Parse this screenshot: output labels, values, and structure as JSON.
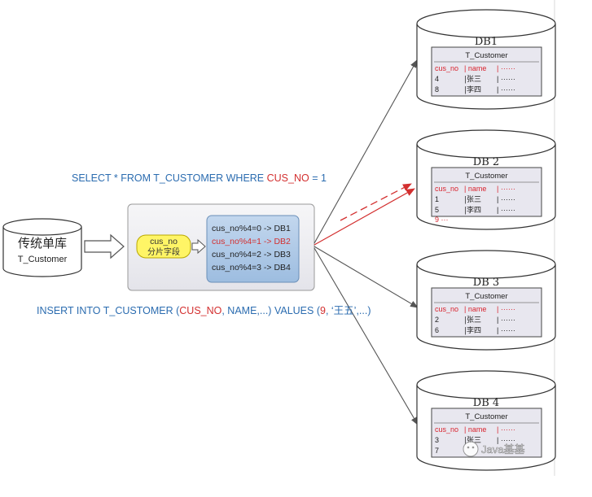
{
  "colors": {
    "blue": "#2b6cb0",
    "red": "#d32f2f",
    "black": "#222222",
    "arrow_gray": "#555555",
    "row_red": "#d9232d",
    "panel_fill": "#e8e7ef",
    "mapping_fill": "#a8c4e2",
    "label_fill": "#fff566"
  },
  "select_query": {
    "prefix": "SELECT * FROM T_CUSTOMER WHERE ",
    "field": "CUS_NO",
    "suffix": " = 1"
  },
  "insert_query": {
    "p1": "INSERT INTO T_CUSTOMER (",
    "field": "CUS_NO",
    "p2": ", NAME,...) VALUES (",
    "value": "9",
    "p3": ", ‘王五’,...)"
  },
  "legacy_db": {
    "title": "传统单库",
    "table": "T_Customer"
  },
  "shard_key": {
    "field": "cus_no",
    "caption": "分片字段"
  },
  "routing_rules": [
    {
      "text": "cus_no%4=0 -> DB1",
      "highlight": false
    },
    {
      "text": "cus_no%4=1 -> DB2",
      "highlight": true
    },
    {
      "text": "cus_no%4=2 -> DB3",
      "highlight": false
    },
    {
      "text": "cus_no%4=3 -> DB4",
      "highlight": false
    }
  ],
  "databases": [
    {
      "name": "DB1",
      "table": "T_Customer",
      "header": [
        "cus_no",
        "| name",
        "| ······"
      ],
      "rows": [
        [
          "4",
          "|张三",
          "| ······"
        ],
        [
          "8",
          "|李四",
          "| ······"
        ]
      ],
      "extra": ""
    },
    {
      "name": "DB 2",
      "table": "T_Customer",
      "header": [
        "cus_no",
        "| name",
        "| ······"
      ],
      "rows": [
        [
          "1",
          "|张三",
          "| ······"
        ],
        [
          "5",
          "|李四",
          "| ······"
        ]
      ],
      "extra": "9 ···"
    },
    {
      "name": "DB 3",
      "table": "T_Customer",
      "header": [
        "cus_no",
        "| name",
        "| ······"
      ],
      "rows": [
        [
          "2",
          "|张三",
          "| ······"
        ],
        [
          "6",
          "|李四",
          "| ······"
        ]
      ],
      "extra": ""
    },
    {
      "name": "DB 4",
      "table": "T_Customer",
      "header": [
        "cus_no",
        "| name",
        "| ······"
      ],
      "rows": [
        [
          "3",
          "|张三",
          "| ······"
        ],
        [
          "7",
          "",
          ""
        ]
      ],
      "extra": ""
    }
  ],
  "watermark": "Java基基"
}
